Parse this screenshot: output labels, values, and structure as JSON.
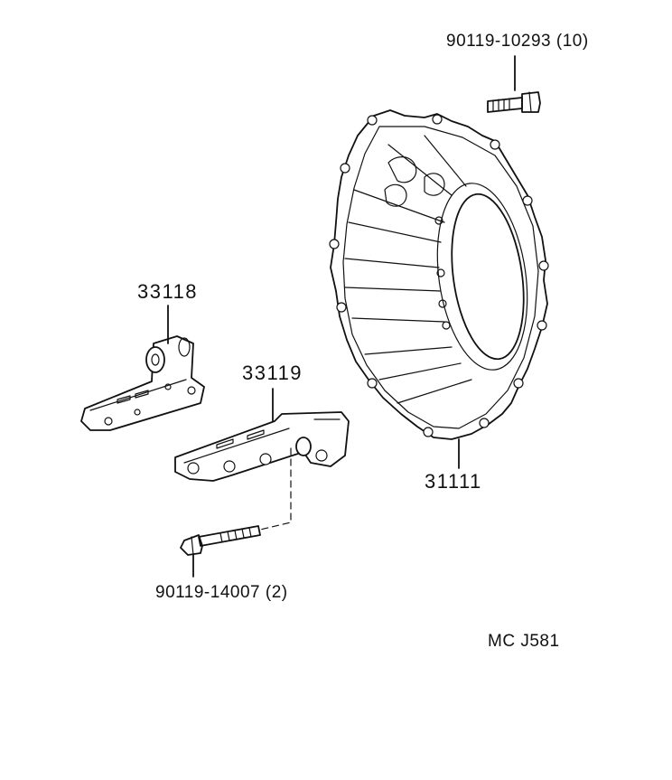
{
  "parts": {
    "bolt_top": {
      "number": "90119-10293",
      "qty": "(10)"
    },
    "bracket_left": {
      "number": "33118"
    },
    "bracket_right": {
      "number": "33119"
    },
    "housing": {
      "number": "31111"
    },
    "bolt_bottom": {
      "number": "90119-14007",
      "qty": "(2)"
    }
  },
  "figure_code": "MC J581"
}
